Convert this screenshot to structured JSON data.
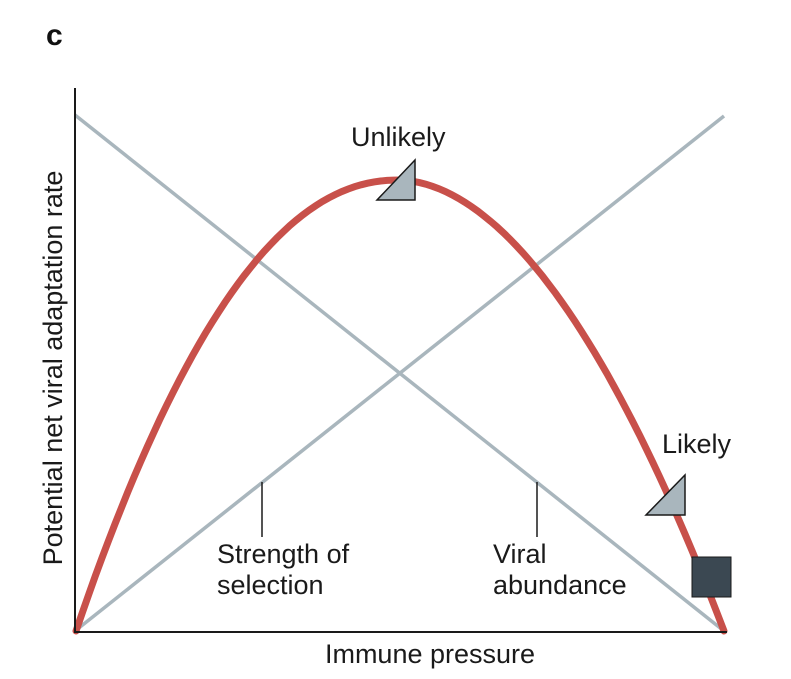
{
  "panel_label": "c",
  "axes": {
    "x_label": "Immune pressure",
    "y_label": "Potential net viral adaptation rate"
  },
  "curves": {
    "adaptation": {
      "name": "Potential net viral adaptation rate",
      "color": "#c8504a"
    },
    "selection": {
      "label_line1": "Strength of",
      "label_line2": "selection",
      "color": "#a9b6bd"
    },
    "abundance": {
      "label_line1": "Viral",
      "label_line2": "abundance",
      "color": "#a9b6bd"
    }
  },
  "markers": {
    "unlikely": {
      "label": "Unlikely",
      "icon": "triangle-icon",
      "fill": "#a9b6bd"
    },
    "likely": {
      "label": "Likely",
      "icon": "triangle-icon",
      "fill": "#a9b6bd"
    },
    "square": {
      "icon": "square-icon",
      "fill": "#3b4852"
    }
  },
  "colors": {
    "axis": "#1a1a1a",
    "leader": "#1a1a1a"
  }
}
